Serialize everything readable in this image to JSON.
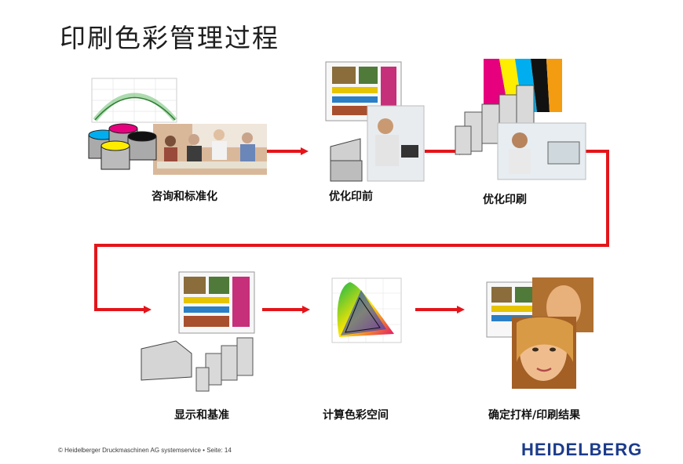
{
  "title": "印刷色彩管理过程",
  "steps": [
    {
      "label": "咨询和标准化"
    },
    {
      "label": "优化印前"
    },
    {
      "label": "优化印刷"
    },
    {
      "label": "显示和基准"
    },
    {
      "label": "计算色彩空间"
    },
    {
      "label": "确定打样/印刷结果"
    }
  ],
  "footer": "© Heidelberger Druckmaschinen AG systemservice • Seite: 14",
  "brand": "HEIDELBERG",
  "colors": {
    "arrow": "#e3151a",
    "brand": "#1c3b8a"
  }
}
